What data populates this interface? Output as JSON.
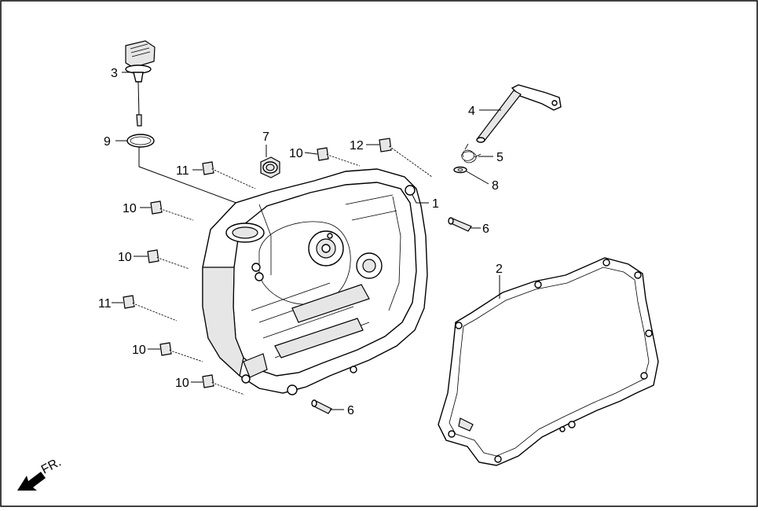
{
  "diagram": {
    "callouts": [
      {
        "id": "c3",
        "label": "3"
      },
      {
        "id": "c9",
        "label": "9"
      },
      {
        "id": "c11a",
        "label": "11"
      },
      {
        "id": "c7",
        "label": "7"
      },
      {
        "id": "c10a",
        "label": "10"
      },
      {
        "id": "c12",
        "label": "12"
      },
      {
        "id": "c4",
        "label": "4"
      },
      {
        "id": "c5",
        "label": "5"
      },
      {
        "id": "c8",
        "label": "8"
      },
      {
        "id": "c1",
        "label": "1"
      },
      {
        "id": "c10b",
        "label": "10"
      },
      {
        "id": "c6a",
        "label": "6"
      },
      {
        "id": "c10c",
        "label": "10"
      },
      {
        "id": "c2",
        "label": "2"
      },
      {
        "id": "c11b",
        "label": "11"
      },
      {
        "id": "c10d",
        "label": "10"
      },
      {
        "id": "c10e",
        "label": "10"
      },
      {
        "id": "c6b",
        "label": "6"
      }
    ],
    "direction_label": "FR."
  }
}
